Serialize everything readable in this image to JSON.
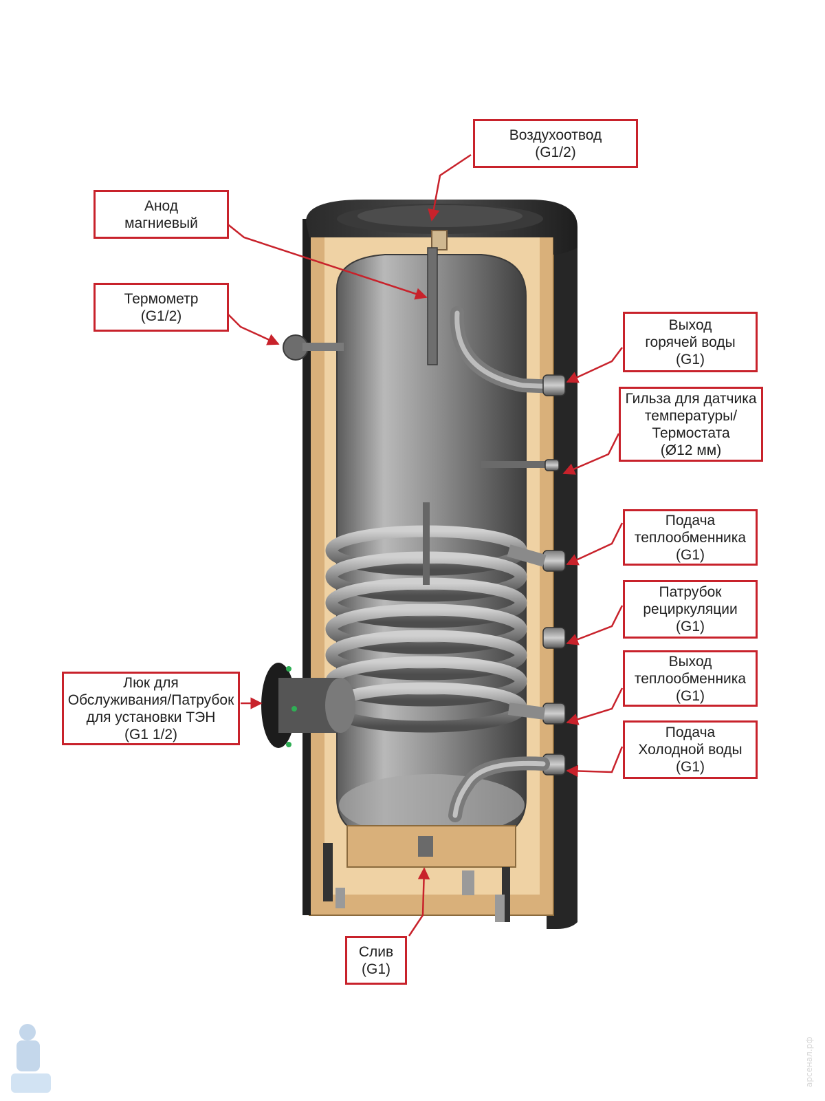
{
  "labels": {
    "air_vent": [
      "Воздухоотвод",
      "(G1/2)"
    ],
    "anode": [
      "Анод",
      "магниевый"
    ],
    "thermometer": [
      "Термометр",
      "(G1/2)"
    ],
    "hot_water_outlet": [
      "Выход",
      "горячей воды",
      "(G1)"
    ],
    "sensor_sleeve": [
      "Гильза для датчика",
      "температуры/",
      "Термостата",
      "(Ø12 мм)"
    ],
    "exchanger_supply": [
      "Подача",
      "теплообменника",
      "(G1)"
    ],
    "recirculation": [
      "Патрубок",
      "рециркуляции",
      "(G1)"
    ],
    "exchanger_outlet": [
      "Выход",
      "теплообменника",
      "(G1)"
    ],
    "cold_water_supply": [
      "Подача",
      "Холодной воды",
      "(G1)"
    ],
    "service_hatch": [
      "Люк для",
      "Обслуживания/Патрубок",
      "для установки ТЭН",
      "(G1 1/2)"
    ],
    "drain": [
      "Слив",
      "(G1)"
    ]
  },
  "watermark": {
    "text": "арсенал.рф"
  },
  "colors": {
    "callout_red": "#c8222b",
    "insulation": "#d9b07a",
    "insulation_light": "#efd2a4",
    "casing": "#2e2e2e",
    "tank_steel": "#9a9a9a",
    "tank_dark": "#5f5f5f"
  }
}
